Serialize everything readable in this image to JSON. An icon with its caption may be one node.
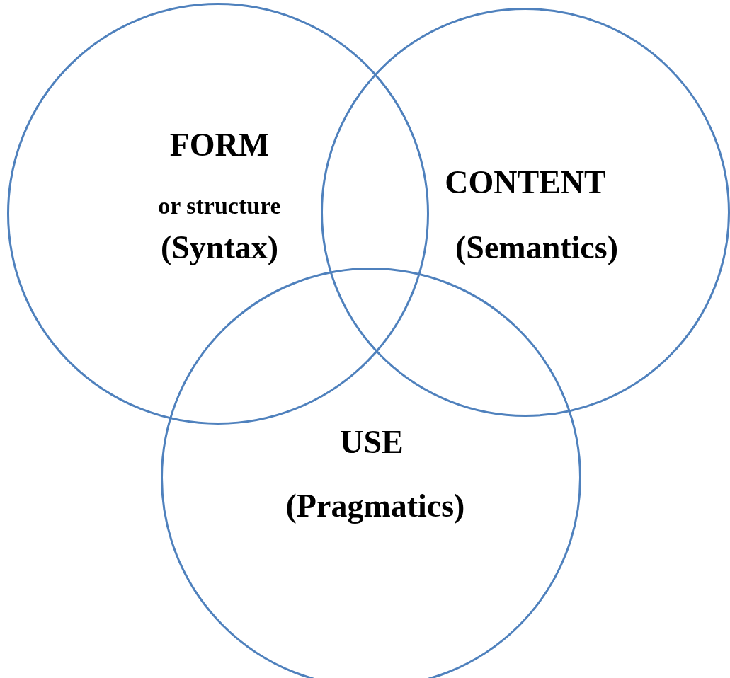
{
  "diagram": {
    "nodes": [
      {
        "text": [
          "FORM",
          "or structure",
          "(Syntax)"
        ]
      },
      {
        "text": [
          "CONTENT",
          "(Semantics)"
        ]
      },
      {
        "text": [
          "USE",
          "(Pragmatics)"
        ]
      }
    ],
    "edges": []
  }
}
